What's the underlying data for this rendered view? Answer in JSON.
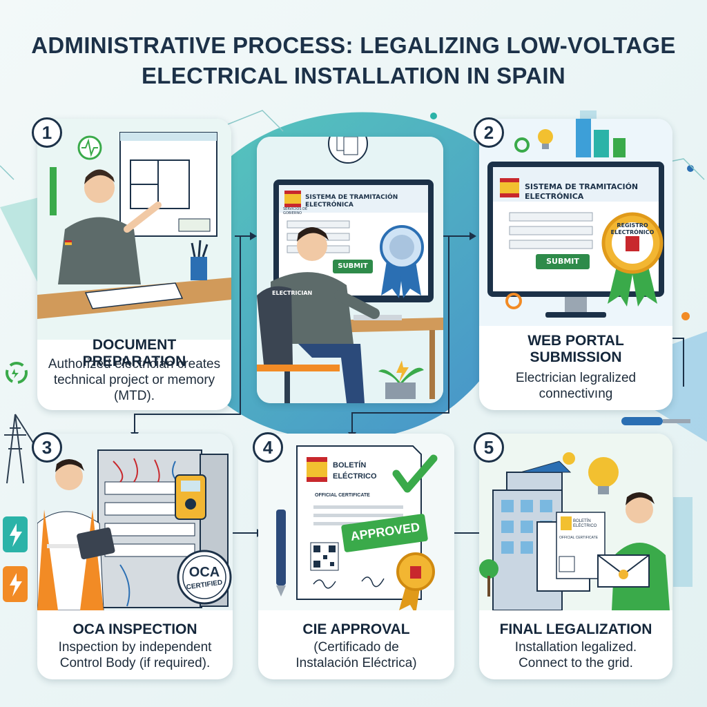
{
  "title": "ADMINISTRATIVE PROCESS: LEGALIZING LOW-VOLTAGE ELECTRICAL INSTALLATION IN SPAIN",
  "steps": [
    {
      "number": "1",
      "title": "DOCUMENT PREPARATION",
      "description": "Authorized electrician creates technical project or memory (MTD)."
    },
    {
      "number": "2",
      "title": "WEB PORTAL SUBMISSION",
      "description": "Electrician legralized connectivıng"
    },
    {
      "number": "3",
      "title": "OCA INSPECTION",
      "description": "Inspection by independent Control Body (if required)."
    },
    {
      "number": "4",
      "title": "CIE APPROVAL",
      "description": "(Certificado de Instalación Eléctrica)"
    },
    {
      "number": "5",
      "title": "FINAL LEGALIZATION",
      "description": "Installation legalized. Connect to the grid."
    }
  ],
  "center_panel": {
    "portal_header": "SISTEMA DE TRAMITACIÓN ELECTRÓNICA",
    "crest_caption": "SERVICIOS DE GOBIERNO",
    "submit_label": "SUBMIT",
    "shirt_label": "ELECTRICIAN"
  },
  "portal_panel": {
    "portal_header": "SISTEMA DE TRAMITACIÓN ELECTRÓNICA",
    "submit_label": "SUBMIT",
    "seal_text": "REGISTRO ELECTRÓNICO"
  },
  "oca_panel": {
    "stamp_top": "OCA",
    "stamp_bottom": "CERTIFIED"
  },
  "cie_panel": {
    "doc_title_1": "BOLETÍN",
    "doc_title_2": "ELÉCTRICO",
    "doc_subtitle": "OFFICIAL CERTIFICATE",
    "approved_label": "APPROVED"
  },
  "final_panel": {
    "doc_title": "BOLETÍN ELÉCTRICO",
    "doc_subtitle": "OFFICIAL CERTIFICATE"
  },
  "colors": {
    "navy": "#1c3148",
    "teal": "#2bb3a8",
    "green": "#3aaa4a",
    "blue": "#2b6fb3",
    "gold": "#f2b632",
    "orange": "#f28b25",
    "red": "#c8282d"
  }
}
